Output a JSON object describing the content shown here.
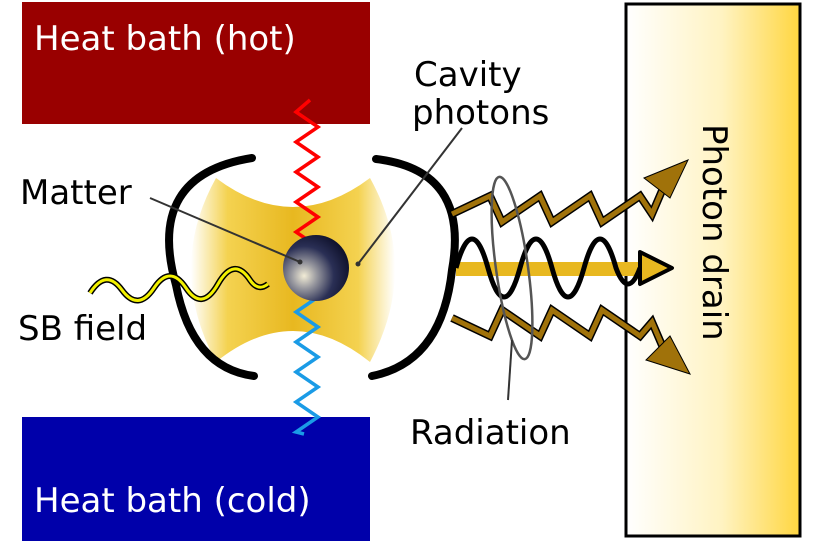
{
  "labels": {
    "hot_bath": "Heat bath (hot)",
    "cold_bath": "Heat bath (cold)",
    "cavity_line1": "Cavity",
    "cavity_line2": "photons",
    "matter": "Matter",
    "sb_field": "SB field",
    "photon_drain": "Photon drain",
    "radiation": "Radiation"
  },
  "colors": {
    "hot_bath": "#990000",
    "cold_bath": "#0000aa",
    "hot_wave": "#ff0000",
    "cold_wave": "#1a9be6",
    "cavity_gold": "#e8b820",
    "radiation_brown": "#a0720a",
    "sb_field": "#f2f000",
    "drain_gold": "#ffd640"
  },
  "icons": {
    "matter": "sphere-icon",
    "arrow": "arrow-head-icon"
  }
}
